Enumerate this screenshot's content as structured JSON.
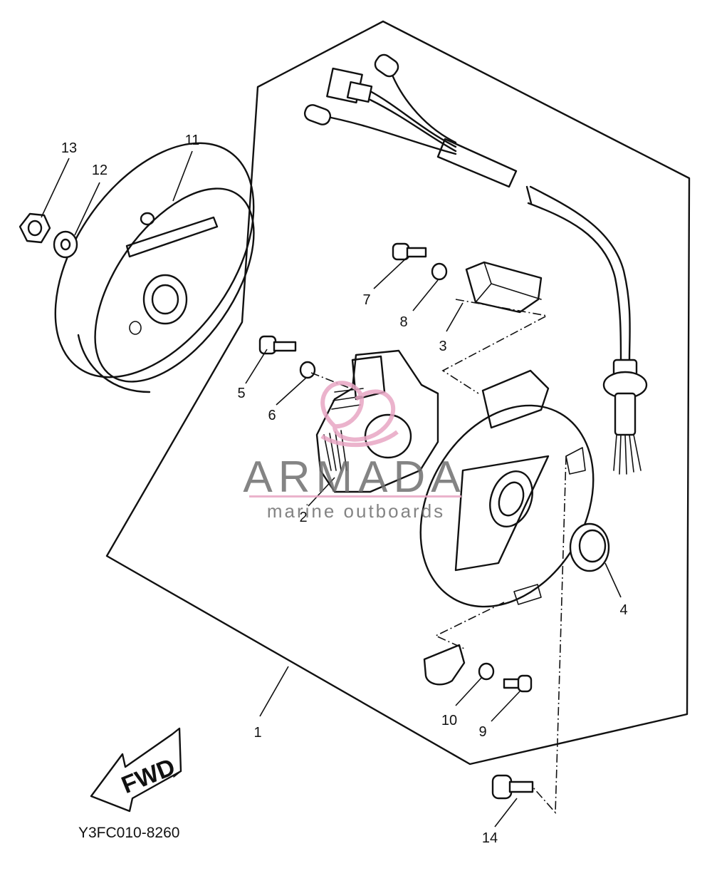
{
  "diagram": {
    "part_numbers": {
      "p1": "1",
      "p2": "2",
      "p3": "3",
      "p4": "4",
      "p5": "5",
      "p6": "6",
      "p7": "7",
      "p8": "8",
      "p9": "9",
      "p10": "10",
      "p11": "11",
      "p12": "12",
      "p13": "13",
      "p14": "14"
    },
    "direction_label": "FWD",
    "drawing_code": "Y3FC010-8260"
  },
  "watermark": {
    "brand": "ARMADA",
    "tagline": "marine outboards",
    "accent_color": "#e8a6c4",
    "text_color": "#6f6f6f"
  }
}
